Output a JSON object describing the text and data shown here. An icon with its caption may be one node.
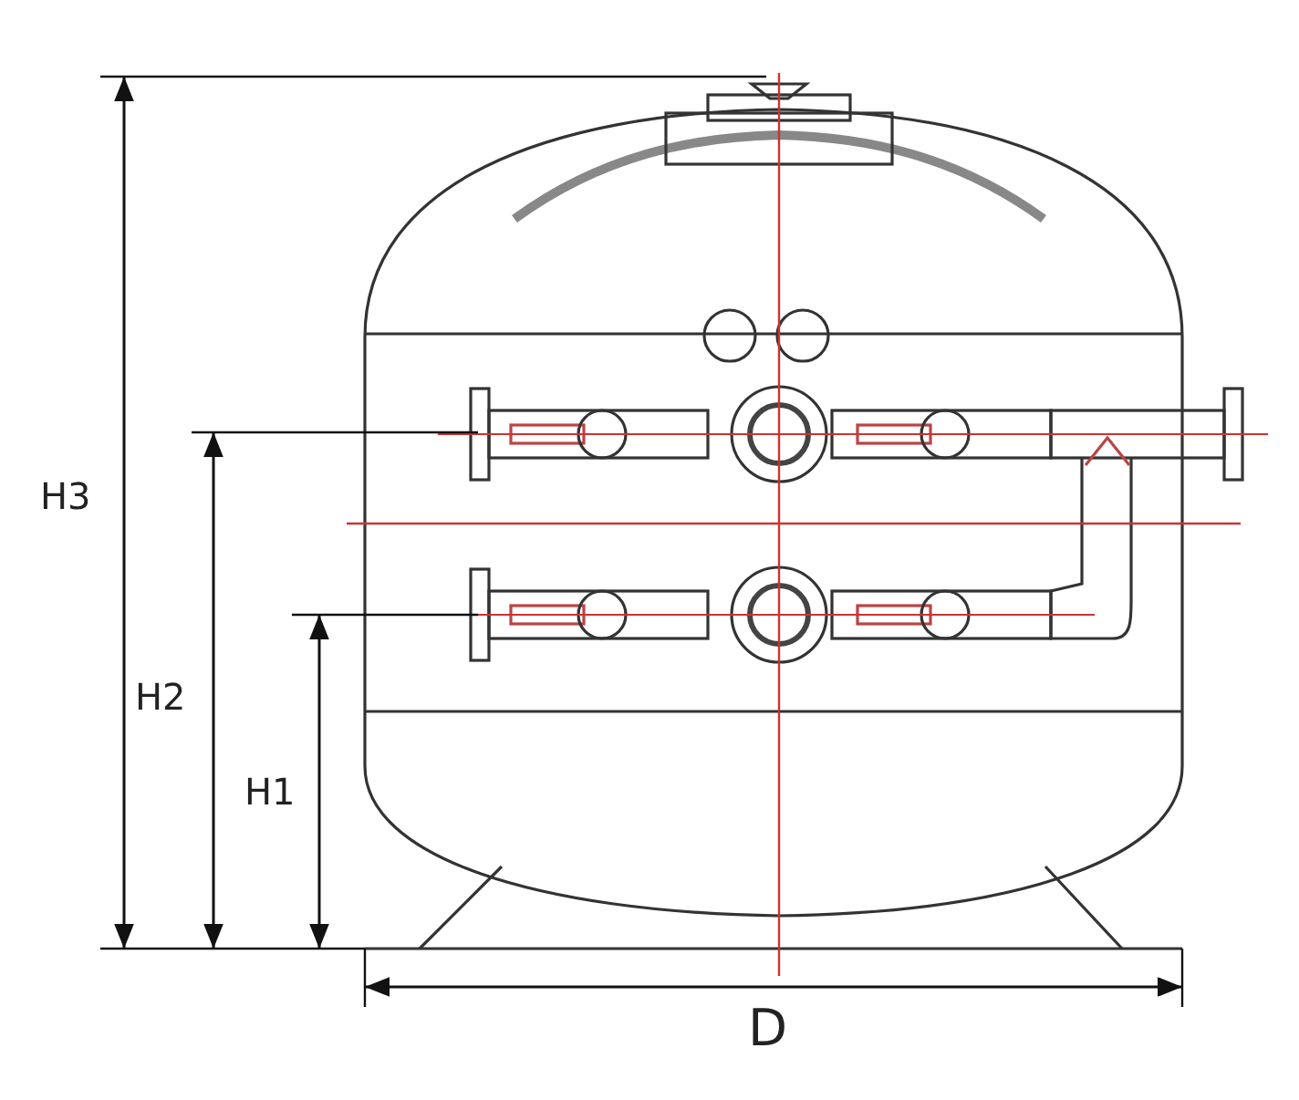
{
  "diagram": {
    "labels": [
      "H3",
      "H2",
      "H1",
      "D"
    ]
  }
}
